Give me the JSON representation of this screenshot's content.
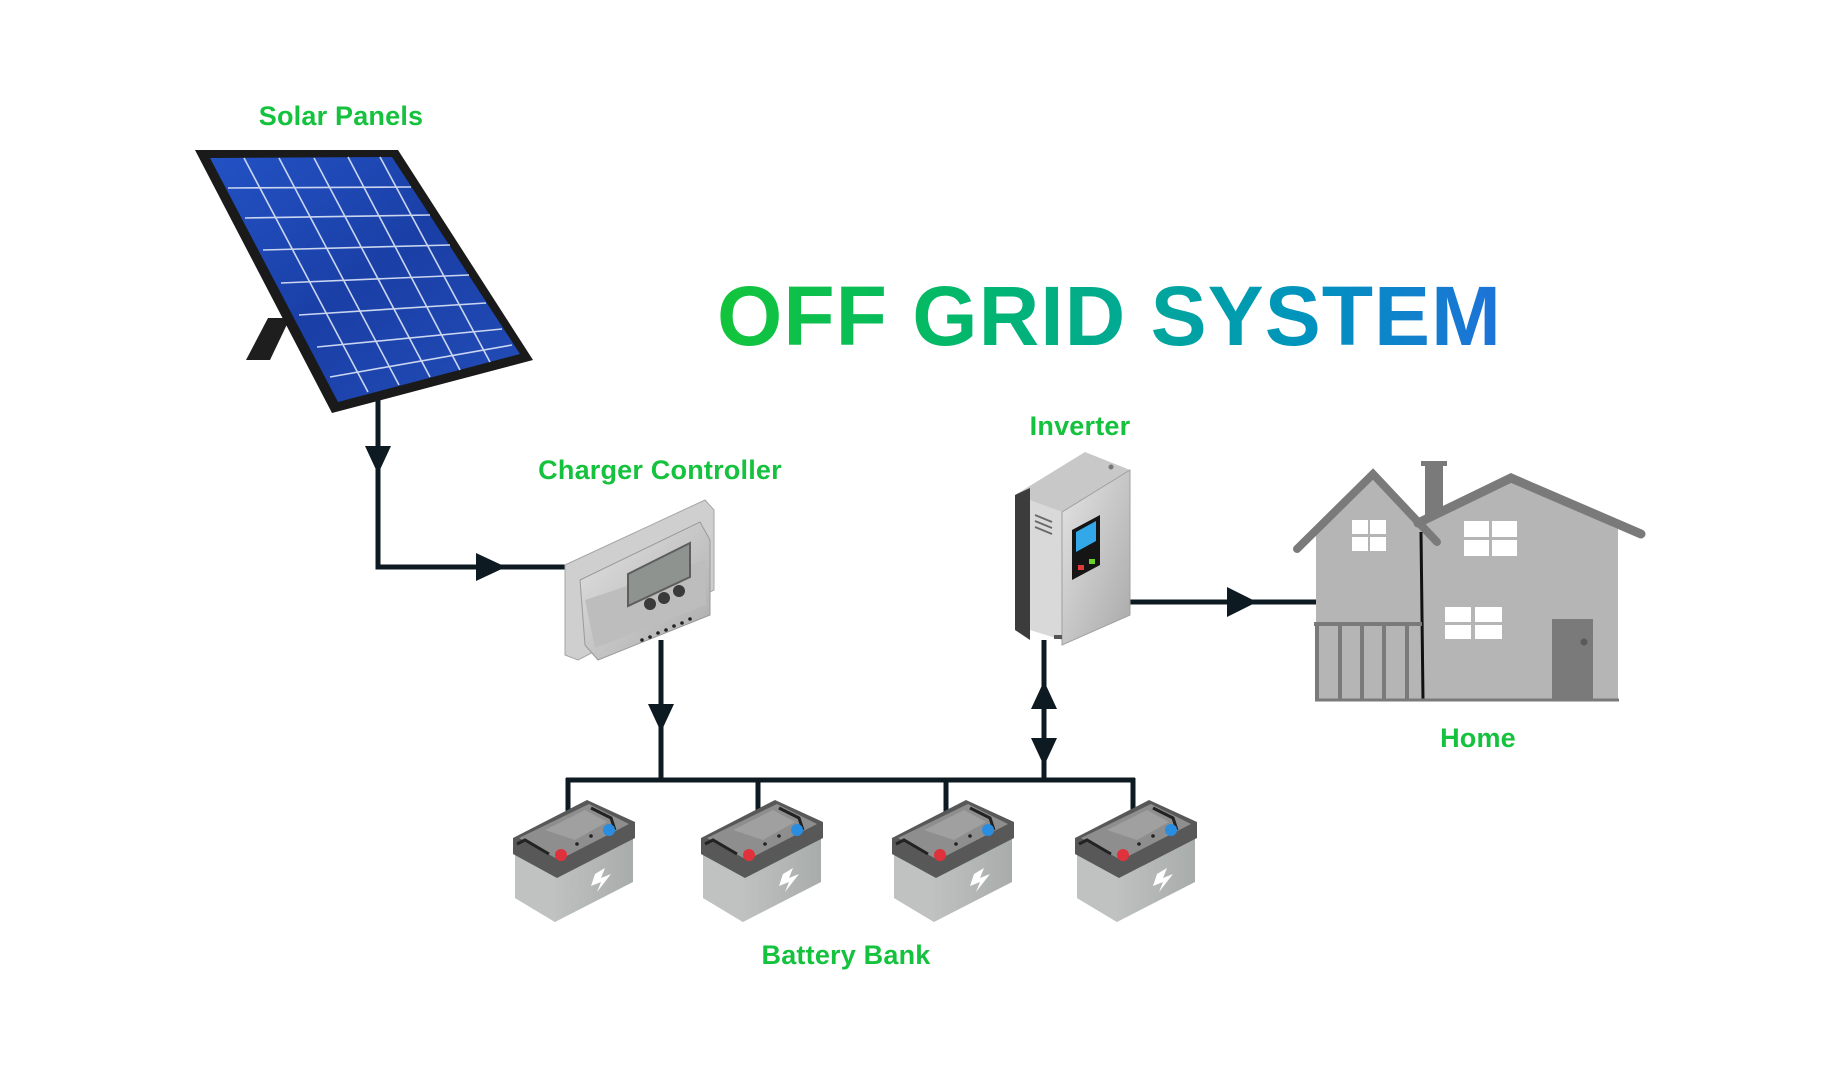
{
  "title": "OFF GRID SYSTEM",
  "colors": {
    "label_green": "#15C23D",
    "title_gradient_start": "#13C53A",
    "title_gradient_end": "#1E72D8",
    "wire": "#0E1A22",
    "panel_blue": "#1B3FA8",
    "battery_pos_terminal": "#E0323C",
    "battery_neg_terminal": "#2A8DE0",
    "house_gray": "#B5B5B5"
  },
  "components": {
    "solar_panels": {
      "label": "Solar Panels",
      "icon": "solar-panel-icon"
    },
    "charger_controller": {
      "label": "Charger Controller",
      "icon": "charge-controller-icon"
    },
    "inverter": {
      "label": "Inverter",
      "icon": "inverter-icon"
    },
    "home": {
      "label": "Home",
      "icon": "house-icon"
    },
    "battery_bank": {
      "label": "Battery Bank",
      "icon": "battery-icon",
      "count": 4
    }
  },
  "connections": [
    {
      "from": "Solar Panels",
      "to": "Charger Controller",
      "direction": "one-way"
    },
    {
      "from": "Charger Controller",
      "to": "Battery Bank",
      "direction": "one-way"
    },
    {
      "from": "Battery Bank",
      "to": "Inverter",
      "direction": "two-way"
    },
    {
      "from": "Inverter",
      "to": "Home",
      "direction": "one-way"
    }
  ]
}
